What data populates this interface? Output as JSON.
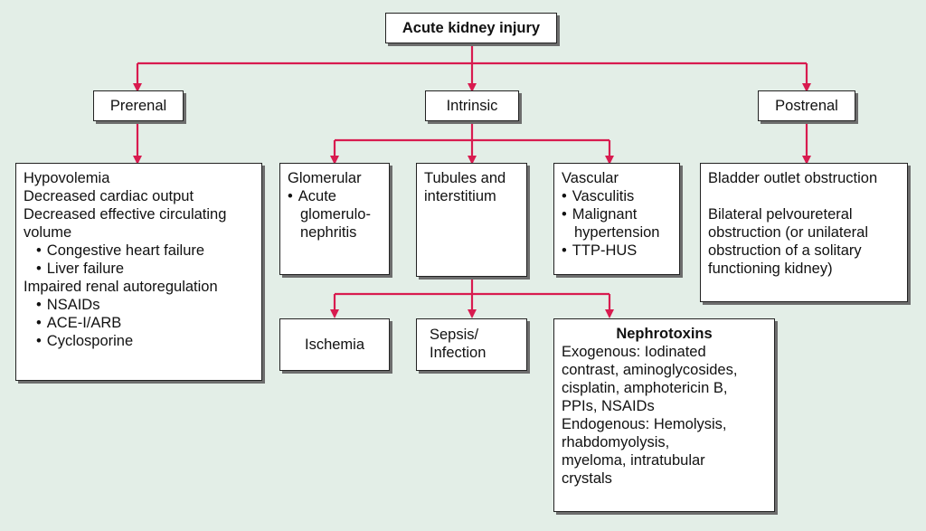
{
  "root": "Acute kidney injury",
  "categories": {
    "prerenal": "Prerenal",
    "intrinsic": "Intrinsic",
    "postrenal": "Postrenal"
  },
  "prerenal_causes": {
    "hypovolemia": "Hypovolemia",
    "decreased_cardiac_output": "Decreased cardiac output",
    "decreased_ecv_1": "Decreased effective circulating",
    "decreased_ecv_2": "volume",
    "chf": "Congestive heart failure",
    "liver_failure": "Liver failure",
    "impaired_autoregulation": "Impaired renal autoregulation",
    "nsaids": "NSAIDs",
    "ace_arb": "ACE-I/ARB",
    "cyclosporine": "Cyclosporine"
  },
  "intrinsic_types": {
    "glomerular": {
      "title": "Glomerular",
      "item_1": "Acute",
      "item_2": "glomerulo-",
      "item_3": "nephritis"
    },
    "tubules": {
      "title_1": "Tubules and",
      "title_2": "interstitium"
    },
    "vascular": {
      "title": "Vascular",
      "vasculitis": "Vasculitis",
      "malignant_1": "Malignant",
      "malignant_2": "hypertension",
      "ttp": "TTP-HUS"
    }
  },
  "tubular_causes": {
    "ischemia": "Ischemia",
    "sepsis_1": "Sepsis/",
    "sepsis_2": "Infection",
    "nephrotoxins": {
      "title": "Nephrotoxins",
      "lines": [
        "Exogenous: Iodinated",
        "contrast, aminoglycosides,",
        "cisplatin, amphotericin B,",
        "PPIs, NSAIDs",
        "Endogenous: Hemolysis,",
        "rhabdomyolysis,",
        "myeloma, intratubular",
        "crystals"
      ]
    }
  },
  "postrenal_causes": {
    "bladder": "Bladder outlet obstruction",
    "bilateral_lines": [
      "Bilateral pelvoureteral",
      "obstruction (or unilateral",
      "obstruction of a solitary",
      "functioning kidney)"
    ]
  },
  "colors": {
    "arrow": "#d81b4f",
    "background": "#e3eee7",
    "box_border": "#222222",
    "box_shadow": "#6d6d6d"
  }
}
